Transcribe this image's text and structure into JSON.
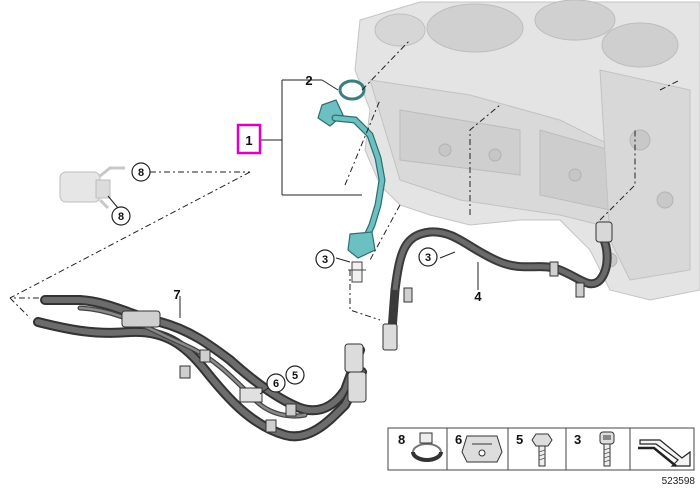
{
  "labels": {
    "part_1": "1",
    "part_2": "2",
    "part_3a": "3",
    "part_3b": "3",
    "part_4": "4",
    "part_5": "5",
    "part_6": "6",
    "part_7": "7",
    "part_8a": "8",
    "part_8b": "8"
  },
  "legend": {
    "items": [
      {
        "num": "8",
        "icon": "hose-clamp-icon"
      },
      {
        "num": "6",
        "icon": "spring-nut-icon"
      },
      {
        "num": "5",
        "icon": "hex-bolt-icon"
      },
      {
        "num": "3",
        "icon": "socket-bolt-icon"
      }
    ],
    "nav_icon": "arrow-down-right-icon"
  },
  "reference_number": "523598",
  "colors": {
    "highlight_part": "#6cc0c2",
    "highlight_box": "#e000c0",
    "engine": "#e2e2e2",
    "hose": "#505050",
    "lines": "#222222"
  }
}
